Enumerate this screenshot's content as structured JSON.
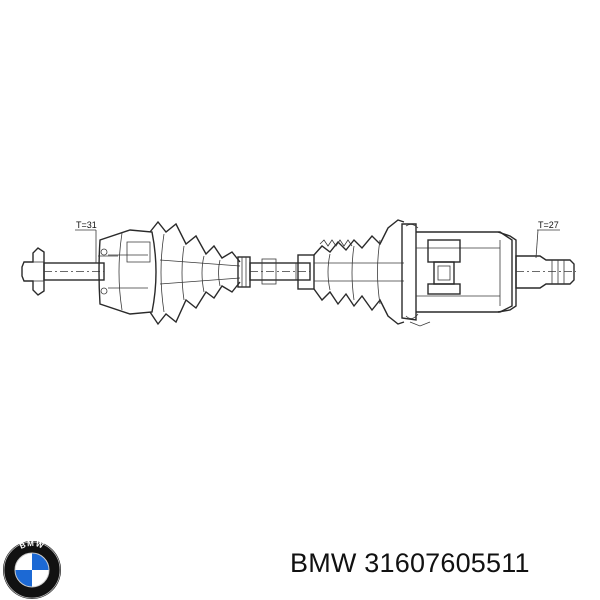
{
  "labels": {
    "left_joint_spec": "T=31",
    "right_joint_spec": "T=27"
  },
  "logo": {
    "icon": "bmw-roundel-icon",
    "text": "BMW",
    "colors": {
      "ring": "#111111",
      "blue": "#1c69d4",
      "white": "#ffffff"
    }
  },
  "caption": {
    "brand": "BMW",
    "part_number": "31607605511"
  }
}
